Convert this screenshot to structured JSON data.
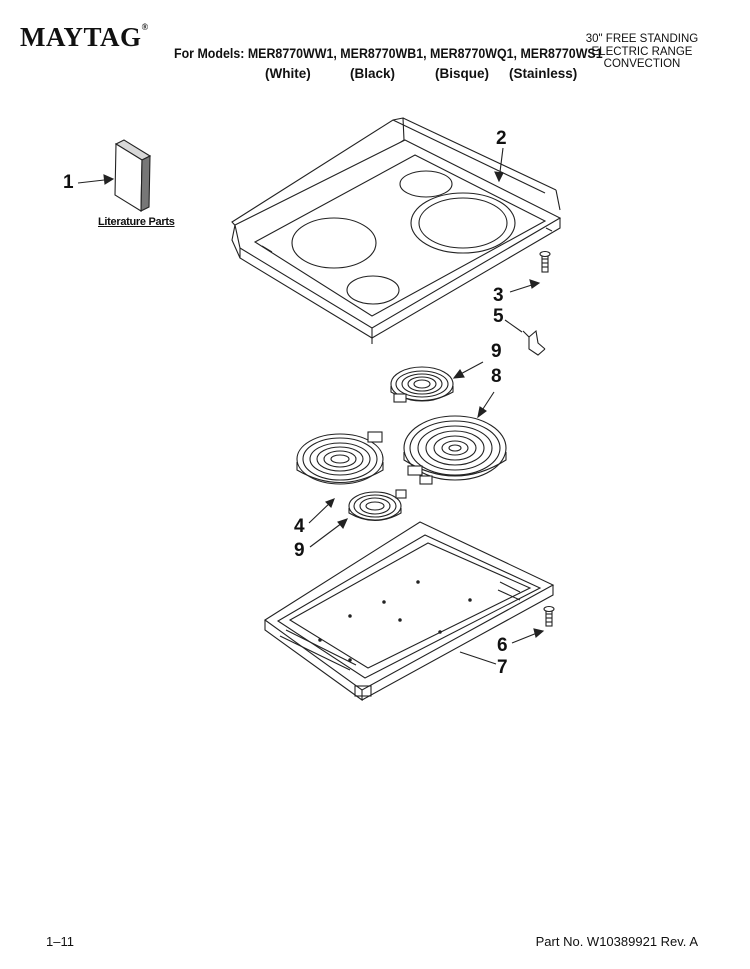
{
  "header": {
    "brand": "MAYTAG",
    "models_line": "For Models: MER8770WW1, MER8770WB1, MER8770WQ1, MER8770WS1",
    "colors": [
      "(White)",
      "(Black)",
      "(Bisque)",
      "(Stainless)"
    ],
    "product": [
      "30\" FREE STANDING",
      "ELECTRIC RANGE",
      "CONVECTION"
    ]
  },
  "labels": {
    "literature": "Literature Parts"
  },
  "callouts": [
    "1",
    "2",
    "3",
    "5",
    "9",
    "8",
    "4",
    "9",
    "6",
    "7"
  ],
  "footer": {
    "page": "1–11",
    "part_no": "Part No. W10389921 Rev. A"
  }
}
